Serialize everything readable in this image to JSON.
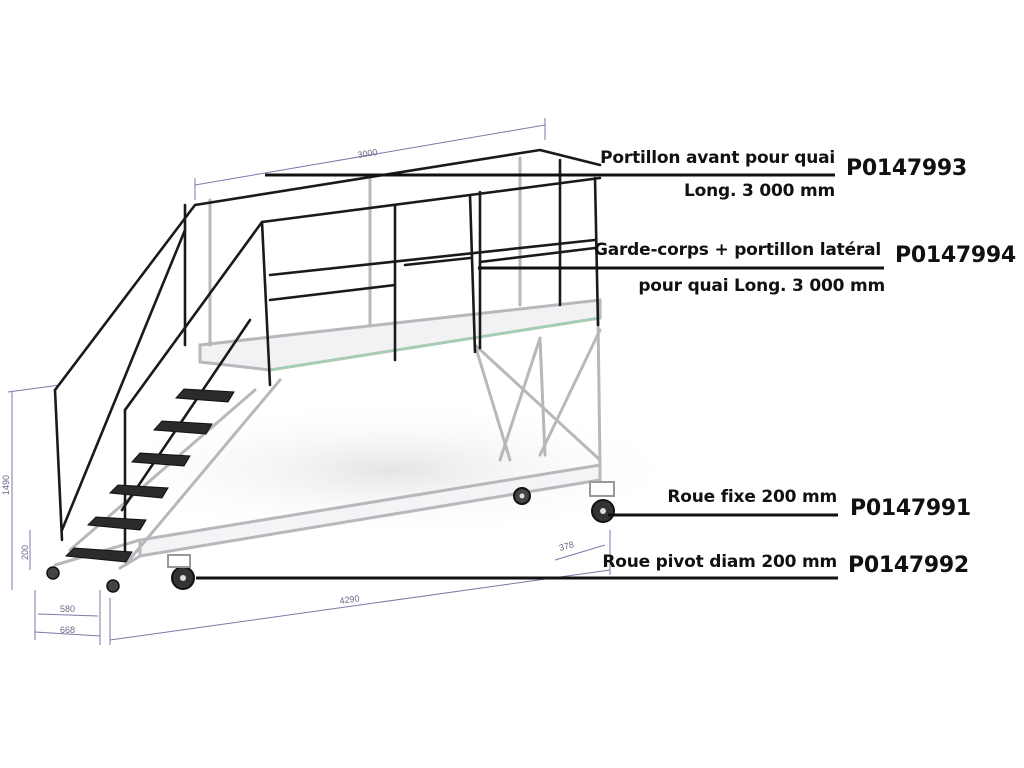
{
  "callouts": [
    {
      "line1": "Portillon avant pour quai",
      "line2": "Long. 3 000 mm",
      "ref": "P0147993"
    },
    {
      "line1": "Garde-corps + portillon latéral",
      "line2": "pour quai Long. 3 000 mm",
      "ref": "P0147994"
    },
    {
      "line1": "Roue fixe 200 mm",
      "ref": "P0147991"
    },
    {
      "line1": "Roue pivot diam 200 mm",
      "ref": "P0147992"
    }
  ],
  "dimensions": {
    "platform_length": "3000",
    "total_height": "1490",
    "step_height": "200",
    "base_length": "4290",
    "foot_depth": "580",
    "foot_width": "668",
    "rear_offset": "378"
  },
  "colors": {
    "frame": "#1a1a1a",
    "light_frame": "#b8b8bc",
    "dimension": "#7a7aa8",
    "leader": "#111111"
  }
}
